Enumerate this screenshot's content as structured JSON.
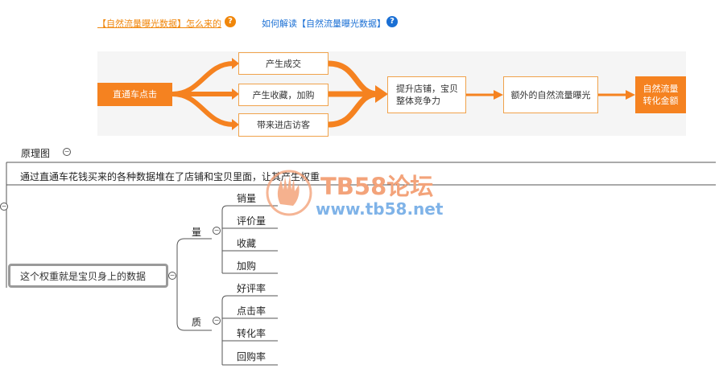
{
  "links": {
    "link1": "【自然流量曝光数据】怎么来的",
    "link2": "如何解读【自然流量曝光数据】",
    "help_icon": "?"
  },
  "flow": {
    "start": "直通车点击",
    "branch1": "产生成交",
    "branch2": "产生收藏，加购",
    "branch3": "带来进店访客",
    "merge_line1": "提升店铺，宝贝",
    "merge_line2": "整体竞争力",
    "exposure": "额外的自然流量曝光",
    "result_line1": "自然流量",
    "result_line2": "转化金额"
  },
  "mindmap": {
    "title": "原理图",
    "root": "通过直通车花钱买来的各种数据堆在了店铺和宝贝里面，让其产生权重",
    "main": "这个权重就是宝贝身上的数据",
    "quantity": {
      "label": "量",
      "items": [
        "销量",
        "评价量",
        "收藏",
        "加购"
      ]
    },
    "quality": {
      "label": "质",
      "items": [
        "好评率",
        "点击率",
        "转化率",
        "回购率"
      ]
    },
    "collapse_symbol": "−"
  },
  "watermark": {
    "line1": "TB58论坛",
    "line2": "www.tb58.net"
  },
  "colors": {
    "orange": "#f58220",
    "orange_border": "#f0a24b",
    "blue": "#1a6fd4"
  }
}
